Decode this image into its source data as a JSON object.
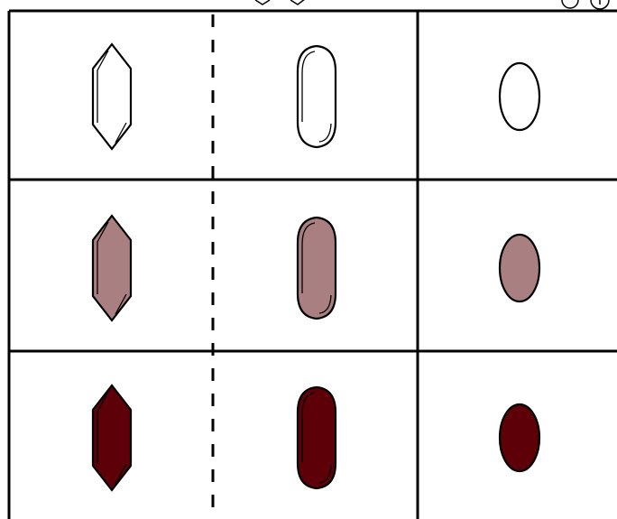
{
  "colors": {
    "background": "#ffffff",
    "grid_line": "#000000",
    "outline": "#000000",
    "fill_none": "#ffffff",
    "fill_medium": "#a97f81",
    "fill_dark": "#5e0008"
  },
  "grid": {
    "rows": 3,
    "columns": [
      "hexagonal-prism",
      "rounded-prism",
      "oval"
    ],
    "dashed_divider_between": [
      "hexagonal-prism",
      "rounded-prism"
    ]
  },
  "rows": [
    {
      "id": "row-1",
      "fill_key": "fill_none"
    },
    {
      "id": "row-2",
      "fill_key": "fill_medium"
    },
    {
      "id": "row-3",
      "fill_key": "fill_dark"
    }
  ],
  "top_strip_icons": [
    "small-hexagon-icon",
    "small-hexagon-icon",
    "small-oval-icon",
    "small-oval-icon"
  ]
}
